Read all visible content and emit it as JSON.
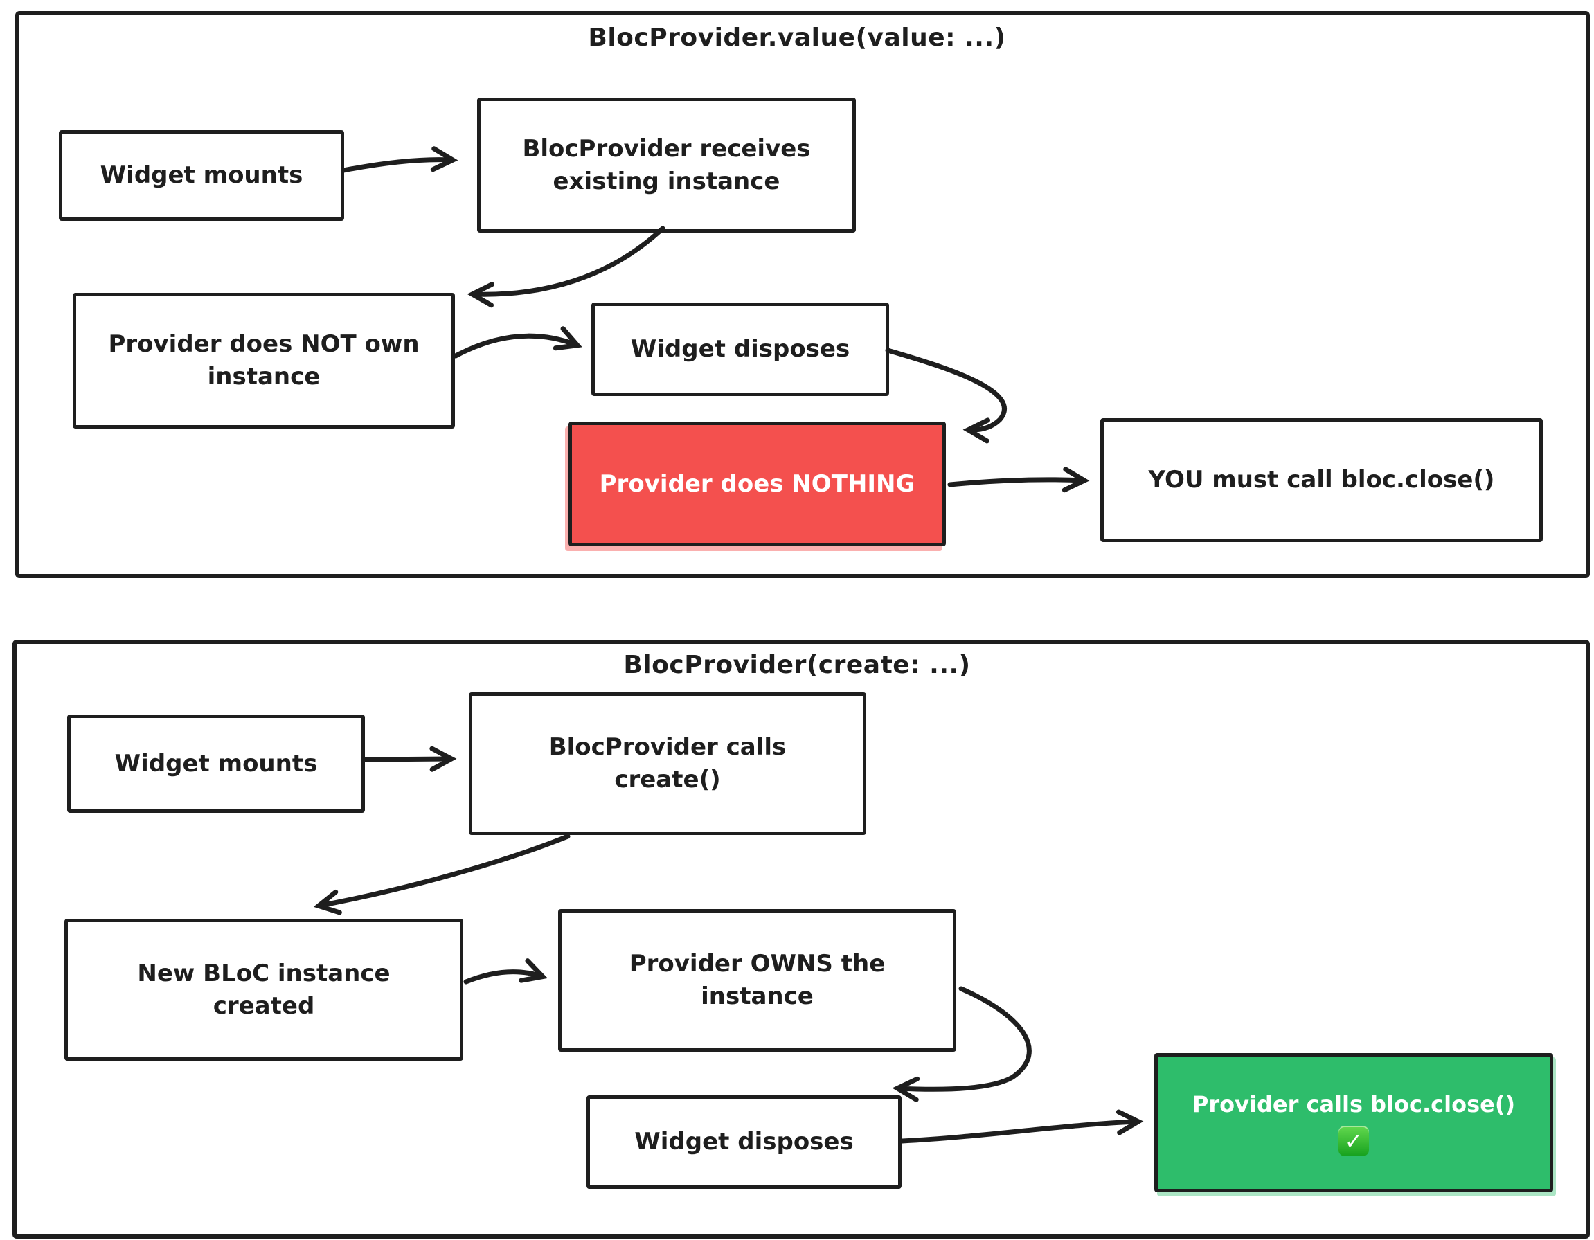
{
  "colors": {
    "ink": "#1E1E1E",
    "danger": "#F4504E",
    "success": "#2EBD6B"
  },
  "panels": [
    {
      "title": "BlocProvider.value(value: ...)",
      "nodes": {
        "widget_mounts": {
          "label": "Widget mounts"
        },
        "receives": {
          "label": "BlocProvider receives existing instance"
        },
        "not_own": {
          "label": "Provider does NOT own instance"
        },
        "disposes": {
          "label": "Widget disposes"
        },
        "nothing": {
          "label": "Provider does NOTHING"
        },
        "you_close": {
          "label": "YOU must call bloc.close()"
        }
      }
    },
    {
      "title": "BlocProvider(create: ...)",
      "nodes": {
        "widget_mounts": {
          "label": "Widget mounts"
        },
        "calls_create": {
          "label": "BlocProvider calls create()"
        },
        "new_instance": {
          "label": "New BLoC instance created"
        },
        "owns": {
          "label": "Provider OWNS the instance"
        },
        "disposes": {
          "label": "Widget disposes"
        },
        "provider_close": {
          "label": "Provider calls bloc.close()",
          "badge": "✓"
        }
      }
    }
  ]
}
